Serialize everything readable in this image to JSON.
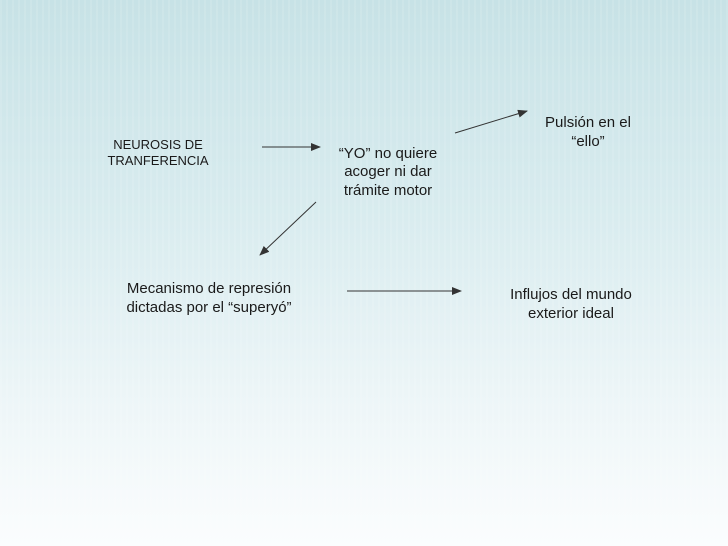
{
  "nodes": {
    "neurosis": {
      "lines": [
        "NEUROSIS DE",
        "TRANFERENCIA"
      ]
    },
    "yo": {
      "lines": [
        "“YO” no quiere",
        "acoger ni dar",
        "trámite motor"
      ]
    },
    "pulsion": {
      "lines": [
        "Pulsión en el",
        "“ello”"
      ]
    },
    "mecanismo": {
      "lines": [
        "Mecanismo de represión",
        "dictadas por el “superyó”"
      ]
    },
    "influjos": {
      "lines": [
        "Influjos del mundo",
        "exterior ideal"
      ]
    }
  },
  "colors": {
    "background_top": "#c7e2e6",
    "background_bottom": "#fbfdfe",
    "text": "#1a1a1a",
    "arrow": "#333333"
  }
}
